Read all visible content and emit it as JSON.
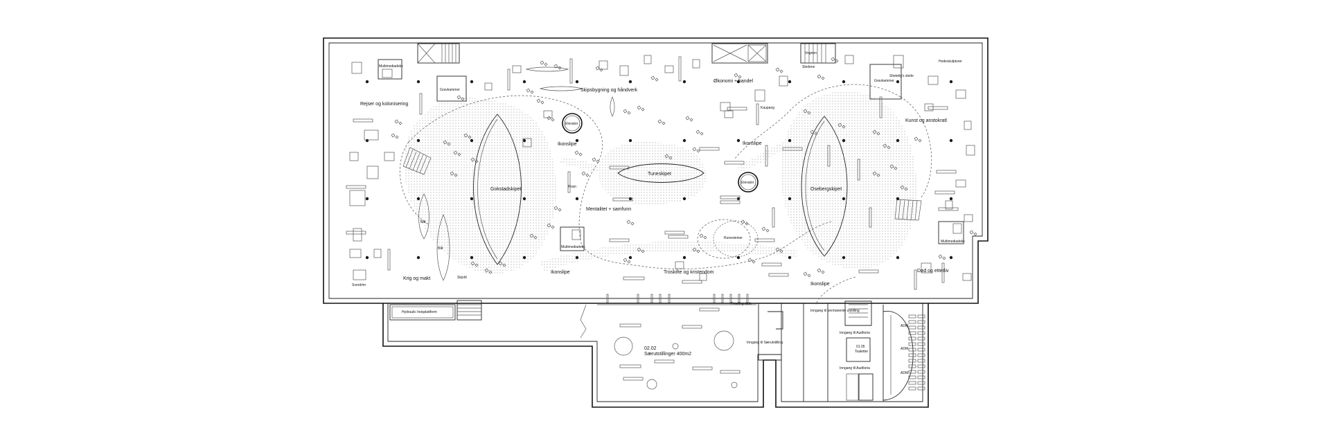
{
  "zones": {
    "reiser": "Rejser og kolonisering",
    "skipsbygning": "Skipsbygning og håndverk",
    "okonomi": "Økonomi + handel",
    "kunst": "Kunst og anstokratl",
    "kongemakt": "Krig og makt",
    "mentalitet": "Mentalitet + samfunn",
    "troskifte": "Troskifte og kristendom",
    "dod": "Død og etterliv"
  },
  "ships": {
    "gokstad": "Gokstadskipet",
    "tune": "Tuneskipet",
    "oseberg": "Osebergskipet"
  },
  "rooms": {
    "gravkammer_left": "Gravkammer",
    "gravkammer_right": "Gravkammer",
    "multimedia_top": "Multimediadekk",
    "multimedia_mid": "Multimediadekk",
    "multimedia_right": "Multimediadekk",
    "elevator_left": "Elevator",
    "elevator_right": "Elevator",
    "runestein": "Runesteiner",
    "ikonslipe_1": "Ikonslipe",
    "ikonslipe_2": "Ikonslipe",
    "ikonslipe_3": "Ikonslipe",
    "ikonslipe_4": "Ikonslipe",
    "vognen": "Vognen",
    "sledene": "Sledene",
    "hodeskulpturer": "Hodeskulpturer",
    "shetelig": "Shetelig's slede",
    "kaupang": "Kaupang",
    "sverd": "Sverdrim",
    "skjold": "Skjold",
    "baat1": "Båt",
    "baat2": "Båt",
    "prow": "Pram"
  },
  "lower": {
    "hydraulic": "Hydraulic heisplattform",
    "proofing": "Proofing dark",
    "inngang_permanent": "Inngang til permanente utstilling",
    "inngang_saer": "Inngang til Særutstilling",
    "saer_code": "02.02",
    "saer_name": "Særutstillinger 400m2",
    "inngang_aud1": "Inngang til Auditoria",
    "inngang_aud2": "Inngang til Auditoria",
    "toilet_code": "01.05",
    "toilet_name": "Toaletter",
    "seat_a": "ADM",
    "seat_b": "ADM",
    "seat_c": "ADM"
  }
}
